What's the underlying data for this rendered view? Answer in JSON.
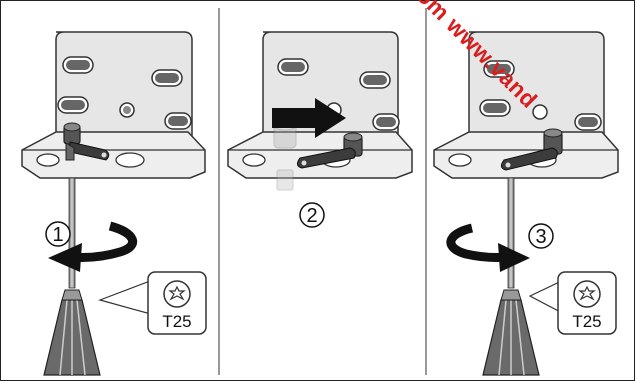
{
  "panels": [
    {
      "step": "1",
      "tool_label": "T25",
      "tool_icon": "torx-icon"
    },
    {
      "step": "2"
    },
    {
      "step": "3",
      "tool_label": "T25",
      "tool_icon": "torx-icon"
    }
  ],
  "watermark": "om www.vand",
  "colors": {
    "metal": "#e2e2e2",
    "metal_dark": "#4a4a4a",
    "arrow": "#111111",
    "watermark": "#d81e1e"
  }
}
